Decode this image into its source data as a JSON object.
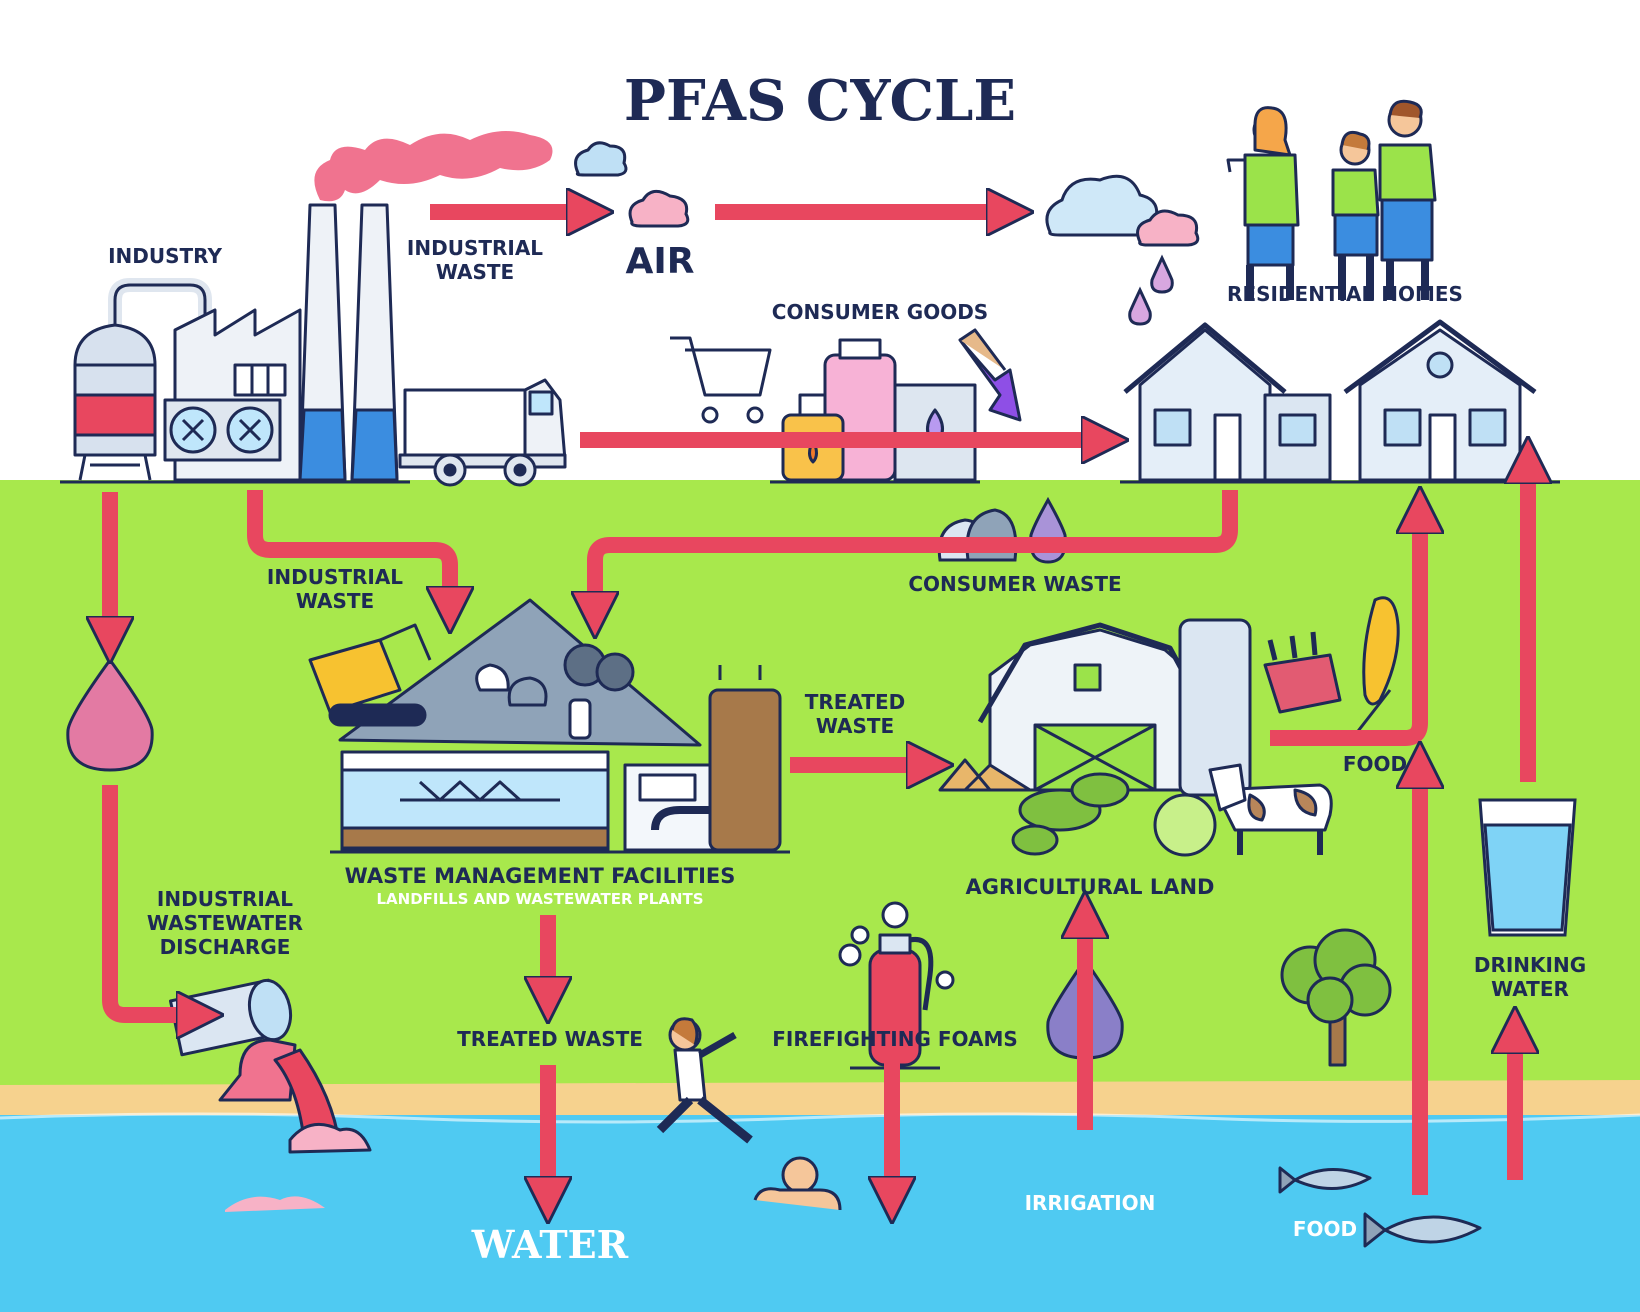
{
  "title": "PFAS CYCLE",
  "labels": {
    "industry": "INDUSTRY",
    "industrial_waste_top_1": "INDUSTRIAL",
    "industrial_waste_top_2": "WASTE",
    "air": "AIR",
    "consumer_goods": "CONSUMER GOODS",
    "residential_homes": "RESIDENTIAL HOMES",
    "industrial_waste_mid_1": "INDUSTRIAL",
    "industrial_waste_mid_2": "WASTE",
    "consumer_waste": "CONSUMER WASTE",
    "treated_waste_1": "TREATED",
    "treated_waste_2": "WASTE",
    "food_right": "FOOD",
    "waste_mgmt": "WASTE MANAGEMENT FACILITIES",
    "waste_mgmt_sub": "LANDFILLS AND WASTEWATER PLANTS",
    "agricultural_land": "AGRICULTURAL LAND",
    "iwd_1": "INDUSTRIAL",
    "iwd_2": "WASTEWATER",
    "iwd_3": "DISCHARGE",
    "treated_waste_low": "TREATED WASTE",
    "firefighting_foams": "FIREFIGHTING FOAMS",
    "drinking_water_1": "DRINKING",
    "drinking_water_2": "WATER",
    "water": "WATER",
    "irrigation": "IRRIGATION",
    "food_fish": "FOOD"
  },
  "colors": {
    "arrow": "#e8475f",
    "ground": "#a8e84c",
    "water": "#4fcaf2",
    "sand": "#f6d28e",
    "outline": "#1e2a55"
  }
}
